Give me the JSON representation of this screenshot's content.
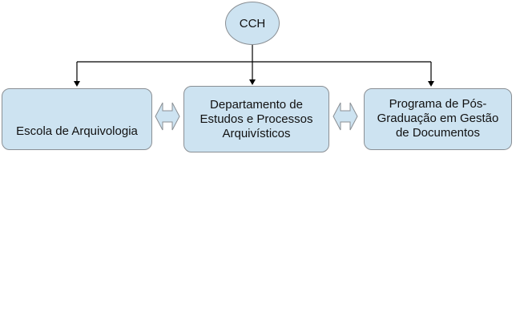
{
  "root": {
    "label": "CCH"
  },
  "nodes": [
    {
      "label": "Escola de Arquivologia"
    },
    {
      "label": "Departamento de Estudos e Processos Arquivísticos"
    },
    {
      "label": "Programa de Pós-Graduação em Gestão de Documentos"
    }
  ],
  "colors": {
    "fill": "#cde3f1",
    "border": "#8a8f94",
    "line": "#000000"
  }
}
